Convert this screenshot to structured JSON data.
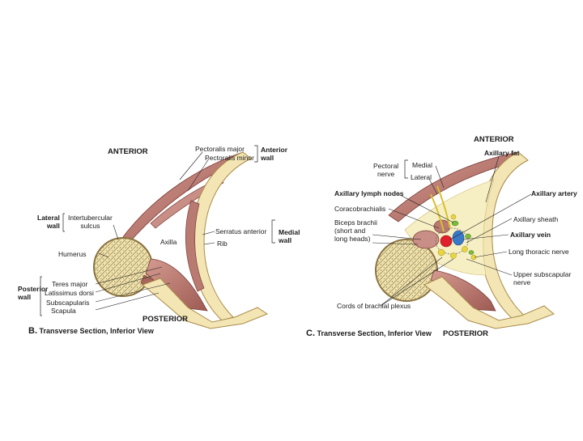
{
  "left_panel": {
    "orientation_top": "ANTERIOR",
    "orientation_bottom": "POSTERIOR",
    "caption_letter": "B.",
    "caption_text": "Transverse Section, Inferior View",
    "labels": {
      "pectoralis_major": "Pectoralis major",
      "pectoralis_minor": "Pectoralis minor",
      "anterior_wall": "Anterior\nwall",
      "lateral_wall": "Lateral\nwall",
      "intertubercular_sulcus": "Intertubercular\nsulcus",
      "serratus_anterior": "Serratus anterior",
      "rib": "Rib",
      "medial_wall": "Medial\nwall",
      "axilla": "Axilla",
      "humerus": "Humerus",
      "posterior_wall": "Posterior\nwall",
      "teres_major": "Teres major",
      "latissimus_dorsi": "Latissimus dorsi",
      "subscapularis": "Subscapularis",
      "scapula": "Scapula"
    }
  },
  "right_panel": {
    "orientation_top": "ANTERIOR",
    "orientation_bottom": "POSTERIOR",
    "caption_letter": "C.",
    "caption_text": "Transverse Section, Inferior View",
    "labels": {
      "pectoral_nerve": "Pectoral\nnerve",
      "medial": "Medial",
      "lateral": "Lateral",
      "axillary_fat": "Axillary fat",
      "axillary_lymph_nodes": "Axillary lymph nodes",
      "axillary_artery": "Axillary artery",
      "coracobrachialis": "Coracobrachialis",
      "axillary_sheath": "Axillary sheath",
      "biceps_brachii": "Biceps brachii\n(short and\nlong heads)",
      "axillary_vein": "Axillary vein",
      "long_thoracic_nerve": "Long thoracic nerve",
      "upper_subscapular_nerve": "Upper subscapular\nnerve",
      "cords_of_brachial_plexus": "Cords of brachial plexus"
    }
  },
  "colors": {
    "muscle": "#c4877e",
    "muscle_dark": "#8a4b44",
    "bone": "#f3e6b4",
    "bone_edge": "#a98b4a",
    "artery": "#e0202c",
    "vein": "#3a78c8",
    "nerve": "#e8d540",
    "lymph": "#7cbb3c",
    "fat": "#f7efc4"
  }
}
